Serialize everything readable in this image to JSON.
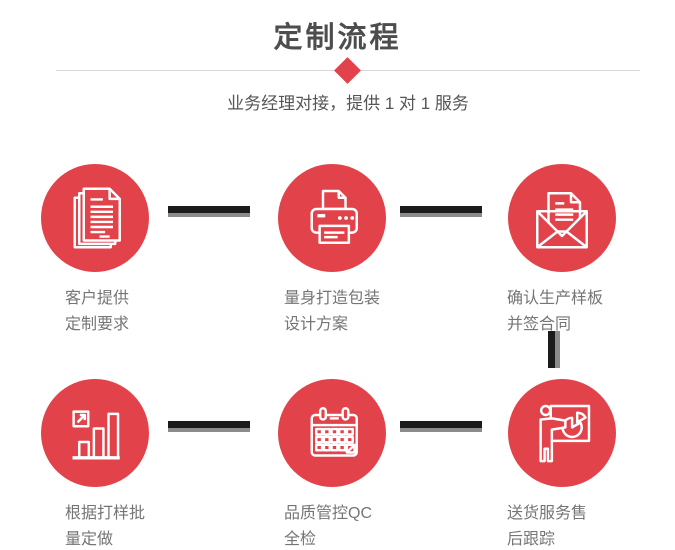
{
  "page": {
    "title": "定制流程",
    "subtitle": "业务经理对接，提供 1 对 1 服务"
  },
  "colors": {
    "accent_red": "#e2424a",
    "title_gray": "#4d4d4d",
    "subtitle_gray": "#555555",
    "label_gray": "#757575",
    "divider_gray": "#d8d8d8",
    "connector_dark": "#1b1b1b",
    "connector_gray": "#8b8b8b"
  },
  "steps": [
    {
      "icon": "documents-stack-icon",
      "label_line1": "客户提供",
      "label_line2": "定制要求"
    },
    {
      "icon": "printer-icon",
      "label_line1": "量身打造包装",
      "label_line2": "设计方案"
    },
    {
      "icon": "envelope-letter-icon",
      "label_line1": "确认生产样板",
      "label_line2": "并签合同"
    },
    {
      "icon": "bar-chart-icon",
      "label_line1": "根据打样批",
      "label_line2": "量定做"
    },
    {
      "icon": "calendar-icon",
      "label_line1": "品质管控QC",
      "label_line2": "全检"
    },
    {
      "icon": "presentation-icon",
      "label_line1": "送货服务售",
      "label_line2": "后跟踪"
    }
  ]
}
